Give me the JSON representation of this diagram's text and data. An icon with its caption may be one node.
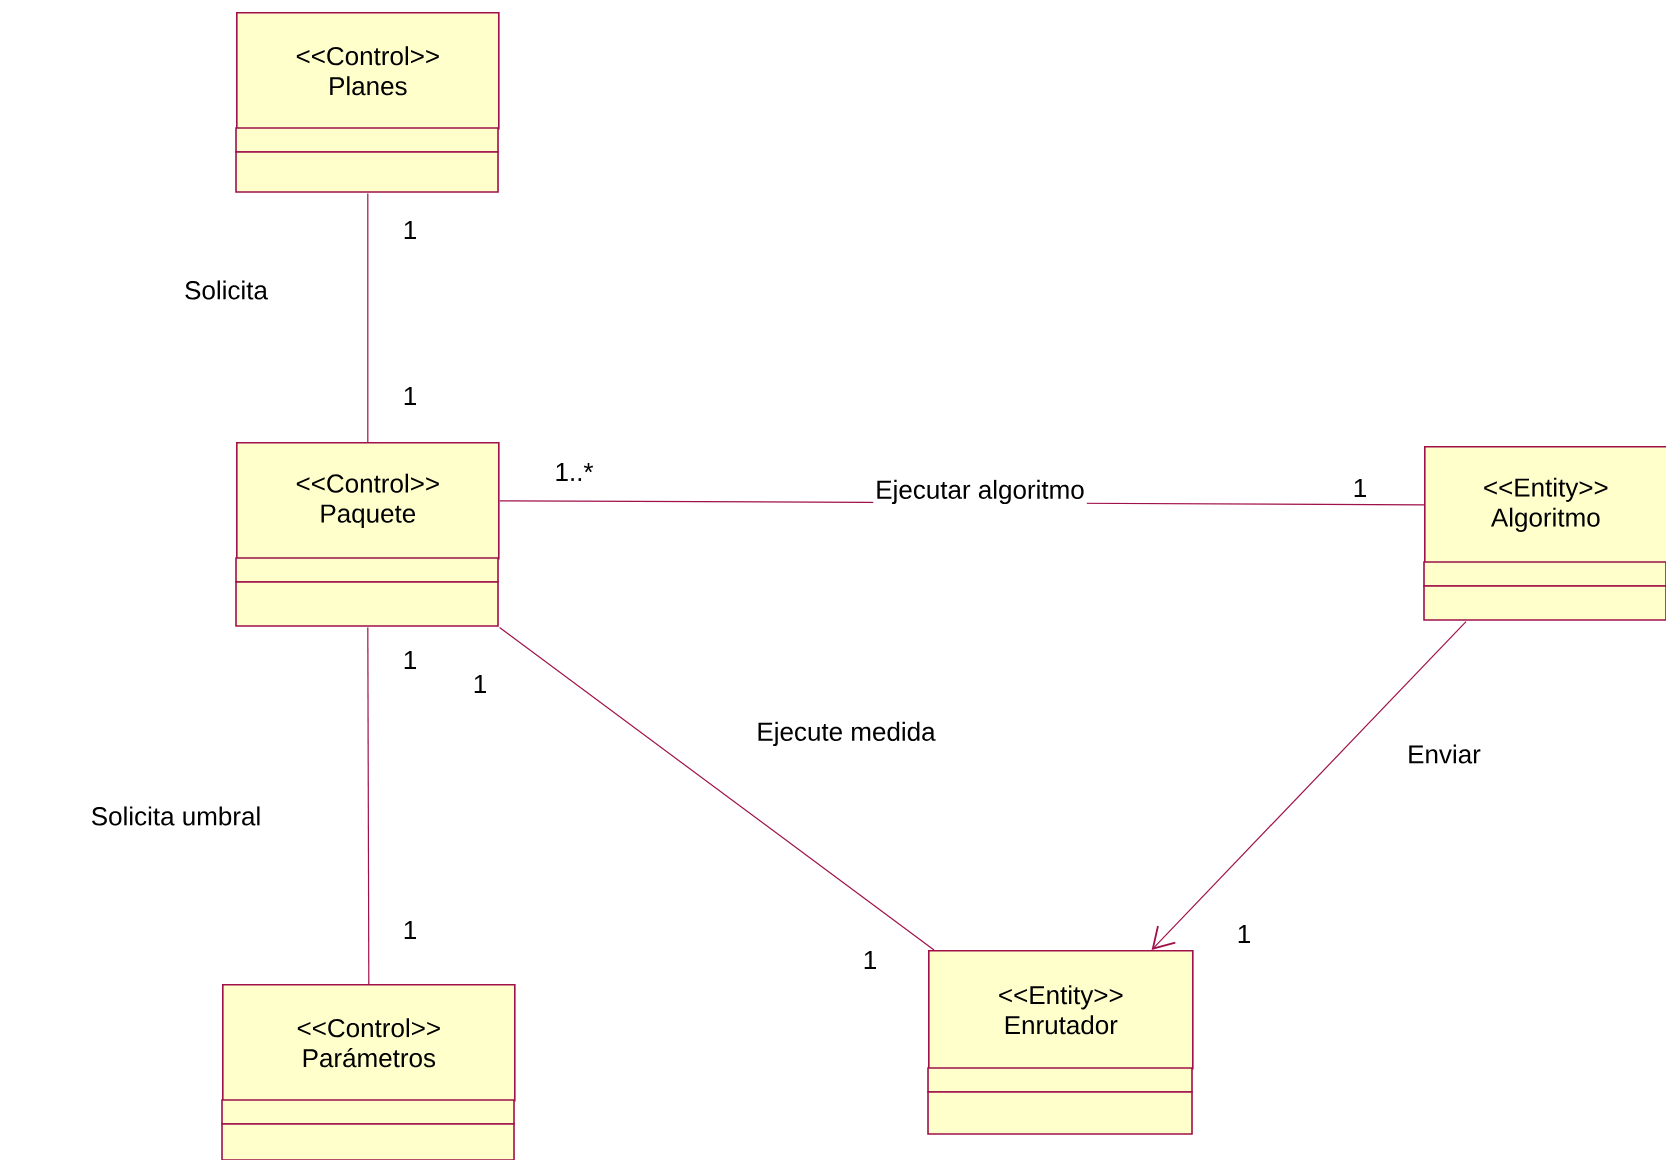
{
  "diagram": {
    "nodes": [
      {
        "text": [
          "<<Control>>",
          "Planes"
        ]
      },
      {
        "text": [
          "<<Control>>",
          "Paquete"
        ]
      },
      {
        "text": [
          "<<Entity>>",
          "Algoritmo"
        ]
      },
      {
        "text": [
          "<<Entity>>",
          "Enrutador"
        ]
      },
      {
        "text": [
          "<<Control>>",
          "Parámetros"
        ]
      }
    ],
    "edges": [
      {
        "from": 0,
        "to": 1,
        "arrow": "none",
        "label": "Solicita"
      },
      {
        "from": 1,
        "to": 2,
        "arrow": "none",
        "label": "Ejecutar algoritmo"
      },
      {
        "from": 1,
        "to": 3,
        "arrow": "none",
        "label": "Ejecute medida"
      },
      {
        "from": 2,
        "to": 3,
        "arrow": "to",
        "label": "Enviar"
      },
      {
        "from": 1,
        "to": 4,
        "arrow": "none",
        "label": "Solicita umbral"
      }
    ],
    "labels": [
      "1",
      "1",
      "1..*",
      "1",
      "1",
      "1",
      "1",
      "1",
      "1"
    ]
  }
}
